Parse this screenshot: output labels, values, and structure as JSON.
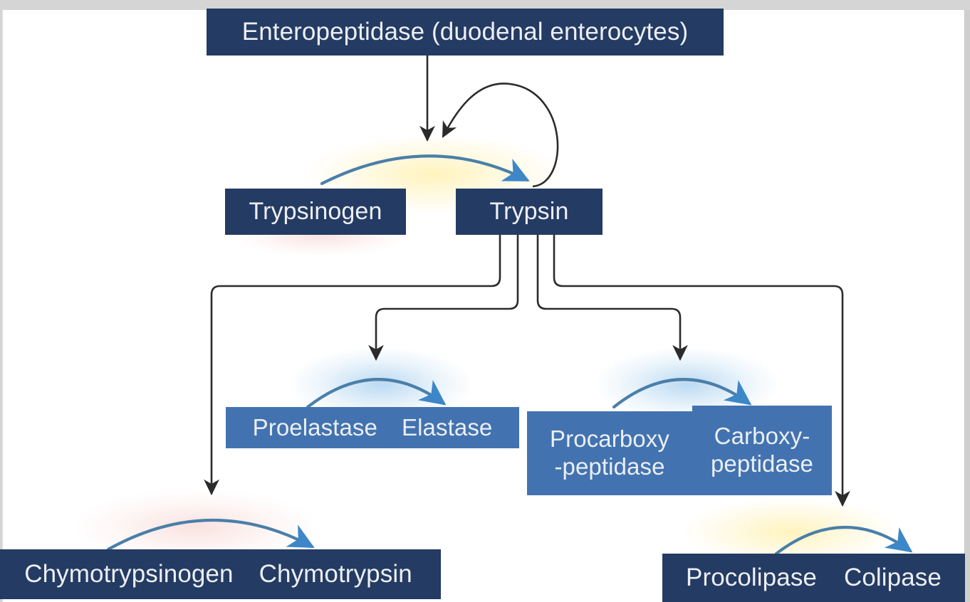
{
  "diagram": {
    "title_box": {
      "label": "Enteropeptidase (duodenal enterocytes)"
    },
    "nodes": [
      {
        "id": "trypsinogen",
        "label": "Trypsinogen",
        "role": "zymogen",
        "style": "navy"
      },
      {
        "id": "trypsin",
        "label": "Trypsin",
        "role": "active",
        "style": "navy"
      },
      {
        "id": "proelastase",
        "label": "Proelastase",
        "role": "zymogen",
        "style": "mid"
      },
      {
        "id": "elastase",
        "label": "Elastase",
        "role": "active",
        "style": "mid"
      },
      {
        "id": "procarboxypeptidase",
        "label_line1": "Procarboxy",
        "label_line2": "-peptidase",
        "role": "zymogen",
        "style": "mid"
      },
      {
        "id": "carboxypeptidase",
        "label_line1": "Carboxy-",
        "label_line2": "peptidase",
        "role": "active",
        "style": "mid"
      },
      {
        "id": "chymotrypsinogen",
        "label": "Chymotrypsinogen",
        "role": "zymogen",
        "style": "navy"
      },
      {
        "id": "chymotrypsin",
        "label": "Chymotrypsin",
        "role": "active",
        "style": "navy"
      },
      {
        "id": "procolipase",
        "label": "Procolipase",
        "role": "zymogen",
        "style": "navy"
      },
      {
        "id": "colipase",
        "label": "Colipase",
        "role": "active",
        "style": "navy"
      }
    ],
    "conversions": [
      {
        "from": "trypsinogen",
        "to": "trypsin",
        "catalyst": "enteropeptidase"
      },
      {
        "from": "proelastase",
        "to": "elastase",
        "catalyst": "trypsin"
      },
      {
        "from": "procarboxypeptidase",
        "to": "carboxypeptidase",
        "catalyst": "trypsin"
      },
      {
        "from": "chymotrypsinogen",
        "to": "chymotrypsin",
        "catalyst": "trypsin"
      },
      {
        "from": "procolipase",
        "to": "colipase",
        "catalyst": "trypsin"
      }
    ],
    "feedback": {
      "from": "trypsin",
      "to": "trypsinogen_to_trypsin_arc",
      "kind": "autoactivation"
    },
    "colors": {
      "box_navy": "#243b63",
      "box_blue": "#4273b0",
      "arc_blue": "#4a7fa8",
      "connector": "#2b2b2b",
      "text": "#eceef2",
      "page": "#ffffff"
    }
  }
}
